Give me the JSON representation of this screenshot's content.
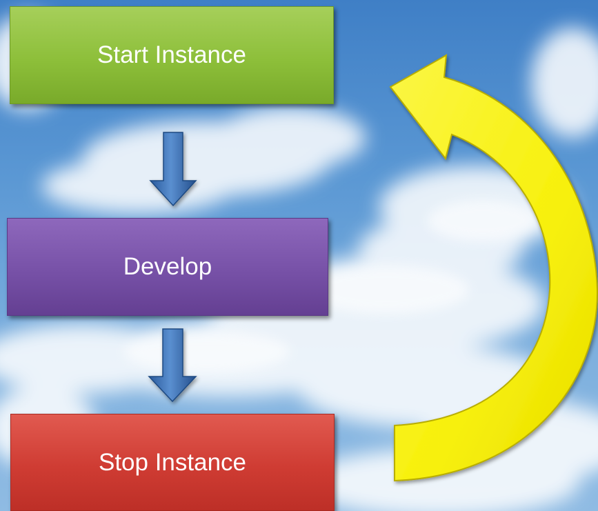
{
  "steps": [
    {
      "label": "Start Instance",
      "color": "#8dbf3a"
    },
    {
      "label": "Develop",
      "color": "#7751a7"
    },
    {
      "label": "Stop Instance",
      "color": "#cf3c33"
    }
  ],
  "colors": {
    "sky": "#5b98d4",
    "down_arrow": "#3b6fb0",
    "loop_arrow": "#f7f00a"
  },
  "icons": {
    "down_arrow": "arrow-down-icon",
    "loop_arrow": "curved-return-arrow-icon"
  }
}
